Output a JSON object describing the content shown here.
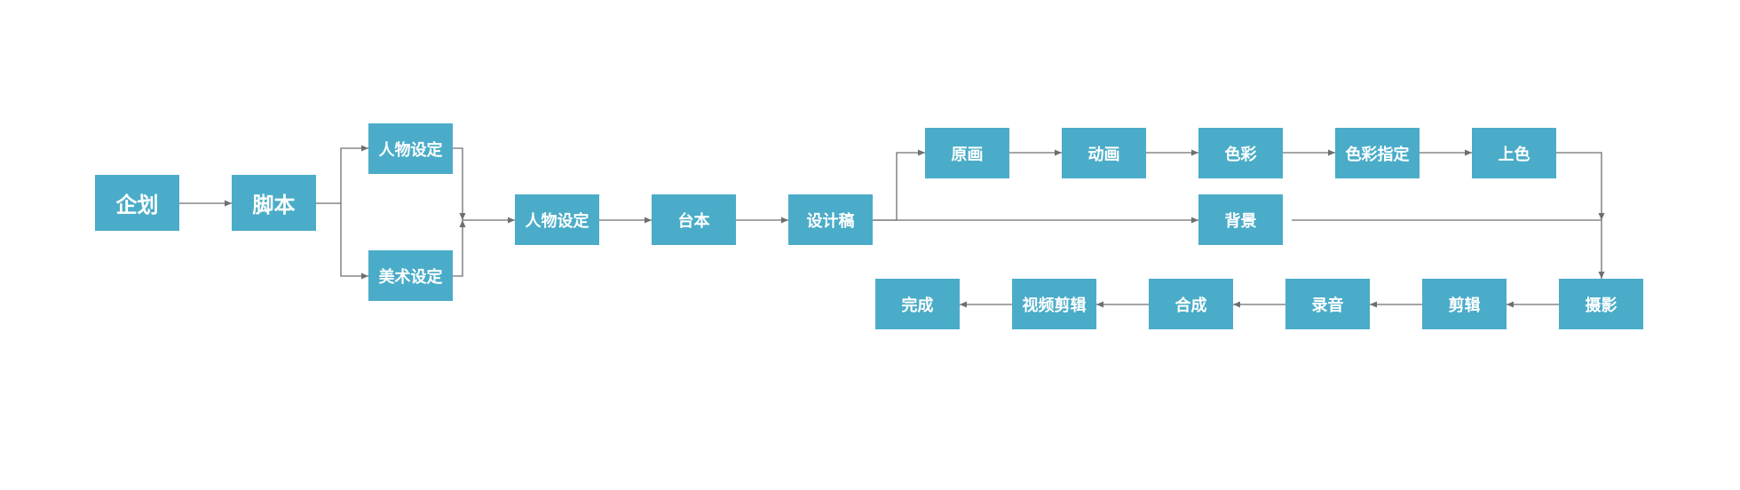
{
  "diagram": {
    "colors": {
      "node_fill": "#4aacc8",
      "node_text": "#ffffff",
      "connector": "#6f6f6f"
    },
    "nodes": {
      "planning": "企划",
      "script": "脚本",
      "character_design_a": "人物设定",
      "art_design": "美术设定",
      "character_design_b": "人物设定",
      "storyboard": "台本",
      "design_draft": "设计稿",
      "key_animation": "原画",
      "in_between": "动画",
      "color": "色彩",
      "color_designation": "色彩指定",
      "coloring": "上色",
      "background": "背景",
      "photography": "摄影",
      "editing": "剪辑",
      "recording": "录音",
      "compositing": "合成",
      "video_editing": "视频剪辑",
      "complete": "完成"
    }
  }
}
